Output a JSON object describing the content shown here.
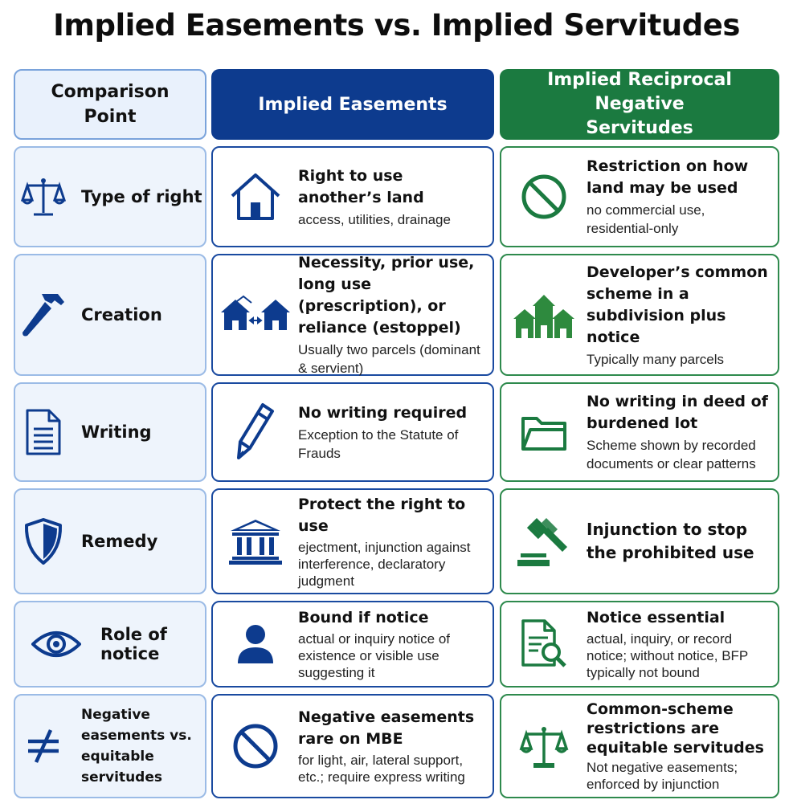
{
  "title": "Implied Easements vs. Implied Servitudes",
  "headers": {
    "point": "Comparison Point",
    "easements": "Implied Easements",
    "servitudes": "Implied Reciprocal Negative Servitudes"
  },
  "rows": [
    {
      "point": "Type of right",
      "point_icon": "scales-icon",
      "easement": {
        "head": "Right to use another’s land",
        "sub": "access, utilities, drainage",
        "icon": "house-icon"
      },
      "servitude": {
        "head": "Restriction on how land may be used",
        "sub": "no commercial use, residential-only",
        "icon": "prohibited-icon"
      }
    },
    {
      "point": "Creation",
      "point_icon": "hammer-icon",
      "easement": {
        "head": "Necessity, prior use, long use (prescription), or reliance (estoppel)",
        "sub": "Usually two parcels (dominant & servient)",
        "icon": "two-houses-icon"
      },
      "servitude": {
        "head": "Developer’s common scheme in a subdivision plus notice",
        "sub": "Typically many parcels",
        "icon": "houses-icon"
      }
    },
    {
      "point": "Writing",
      "point_icon": "document-icon",
      "easement": {
        "head": "No writing required",
        "sub": "Exception to the Statute of Frauds",
        "icon": "pen-icon"
      },
      "servitude": {
        "head": "No writing in deed of burdened lot",
        "sub": "Scheme shown by recorded documents or clear patterns",
        "icon": "folder-icon"
      }
    },
    {
      "point": "Remedy",
      "point_icon": "shield-icon",
      "easement": {
        "head": "Protect the right to use",
        "sub": "ejectment, injunction against interference, declaratory judgment",
        "icon": "courthouse-icon"
      },
      "servitude": {
        "head": "Injunction to stop the prohibited use",
        "sub": "",
        "icon": "gavel-icon"
      }
    },
    {
      "point": "Role of notice",
      "point_icon": "eye-icon",
      "easement": {
        "head": "Bound if notice",
        "sub": "actual or inquiry notice of existence or visible use suggesting it",
        "icon": "person-icon"
      },
      "servitude": {
        "head": "Notice essential",
        "sub": "actual, inquiry, or record notice; without notice, BFP typically not bound",
        "icon": "document-search-icon"
      }
    },
    {
      "point": "Negative easements vs. equitable servitudes",
      "point_icon": "not-equal-icon",
      "easement": {
        "head": "Negative easements rare on MBE",
        "sub": "for light, air, lateral support, etc.; require express writing",
        "icon": "prohibited-icon"
      },
      "servitude": {
        "head": "Common-scheme restrictions are equitable servitudes",
        "sub": "Not negative easements; enforced by injunction",
        "icon": "scales-icon"
      }
    }
  ],
  "colors": {
    "blue": "#0d3b8e",
    "green": "#1b7a40",
    "light_blue": "#eef4fc"
  }
}
